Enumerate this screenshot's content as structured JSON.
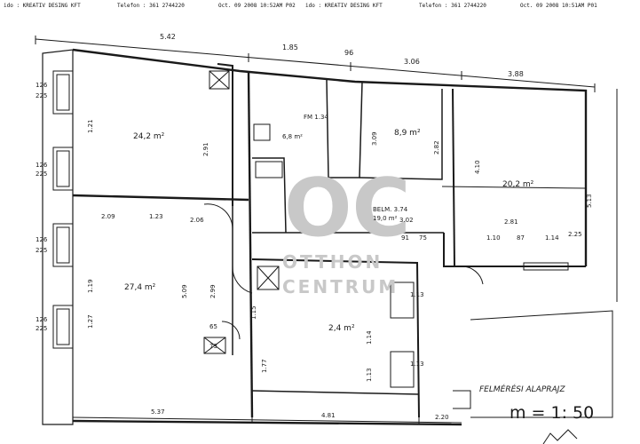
{
  "fax_header": {
    "left": {
      "from": "ido : KREATIV DESING KFT",
      "phone": "Telefon : 361 2744220",
      "date": "Oct. 09 2008 10:52AM P02"
    },
    "right": {
      "from": "ido : KREATIV DESING KFT",
      "phone": "Telefon : 361 2744220",
      "date": "Oct. 09 2008 10:51AM P01"
    }
  },
  "top_dimensions": [
    "5.42",
    "1.85",
    "96",
    "3.06",
    "3.88"
  ],
  "left_dimensions": [
    "126",
    "225",
    "126",
    "225",
    "126",
    "225",
    "126",
    "225"
  ],
  "rooms": [
    {
      "area": "24,2 m²"
    },
    {
      "area": "27,4 m²"
    },
    {
      "area": "8,9 m²"
    },
    {
      "area": "20,2 m²"
    },
    {
      "area": "6,8 m²"
    },
    {
      "area": "2,4 m²"
    },
    {
      "area": "19,0 m²"
    }
  ],
  "inner_dimensions": [
    "2.91",
    "1.21",
    "1.19",
    "1.27",
    "3.09",
    "2.82",
    "4.10",
    "5.13",
    "2.09",
    "1.23",
    "2.06",
    "5.09",
    "2.99",
    "1.14",
    "1.13",
    "1.13",
    "1.13",
    "2.81",
    "1.14",
    "1.10",
    "87",
    "2.25",
    "3.02",
    "4.81",
    "5.37",
    "2.20",
    "1.77",
    "1.15",
    "65",
    "73",
    "91",
    "75"
  ],
  "labels": {
    "room_code": "BELM. 3.74",
    "bath": "FM 1.34"
  },
  "title": "FELMÉRÉSI ALAPRAJZ",
  "scale": "m = 1: 50",
  "watermark": {
    "logo": "OC",
    "line1": "OTTHON",
    "line2": "CENTRUM"
  }
}
